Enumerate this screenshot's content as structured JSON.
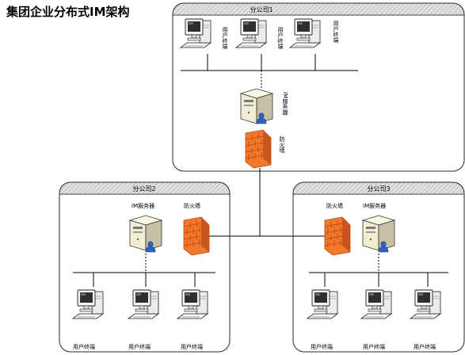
{
  "title": "集团企业分布式IM架构",
  "branches": [
    {
      "name": "分公司1",
      "clients": [
        "用户终端",
        "用户终端",
        "用户终端"
      ],
      "server_label": "IM服务器",
      "firewall_label": "防火墙"
    },
    {
      "name": "分公司2",
      "clients": [
        "用户终端",
        "用户终端",
        "用户终端"
      ],
      "server_label": "IM服务器",
      "firewall_label": "防火墙"
    },
    {
      "name": "分公司3",
      "clients": [
        "用户终端",
        "用户终端",
        "用户终端"
      ],
      "server_label": "IM服务器",
      "firewall_label": "防火墙"
    }
  ],
  "colors": {
    "box_border": "#2a2a2a",
    "header_fill": "#d4d4d4",
    "firewall": "#f07a2a",
    "firewall_mortar": "#b8461a",
    "server_body": "#f2ecd2",
    "user_icon": "#2f62c2",
    "line": "#000000"
  },
  "icons": [
    "desktop-computer-icon",
    "server-icon",
    "firewall-icon",
    "user-icon"
  ]
}
